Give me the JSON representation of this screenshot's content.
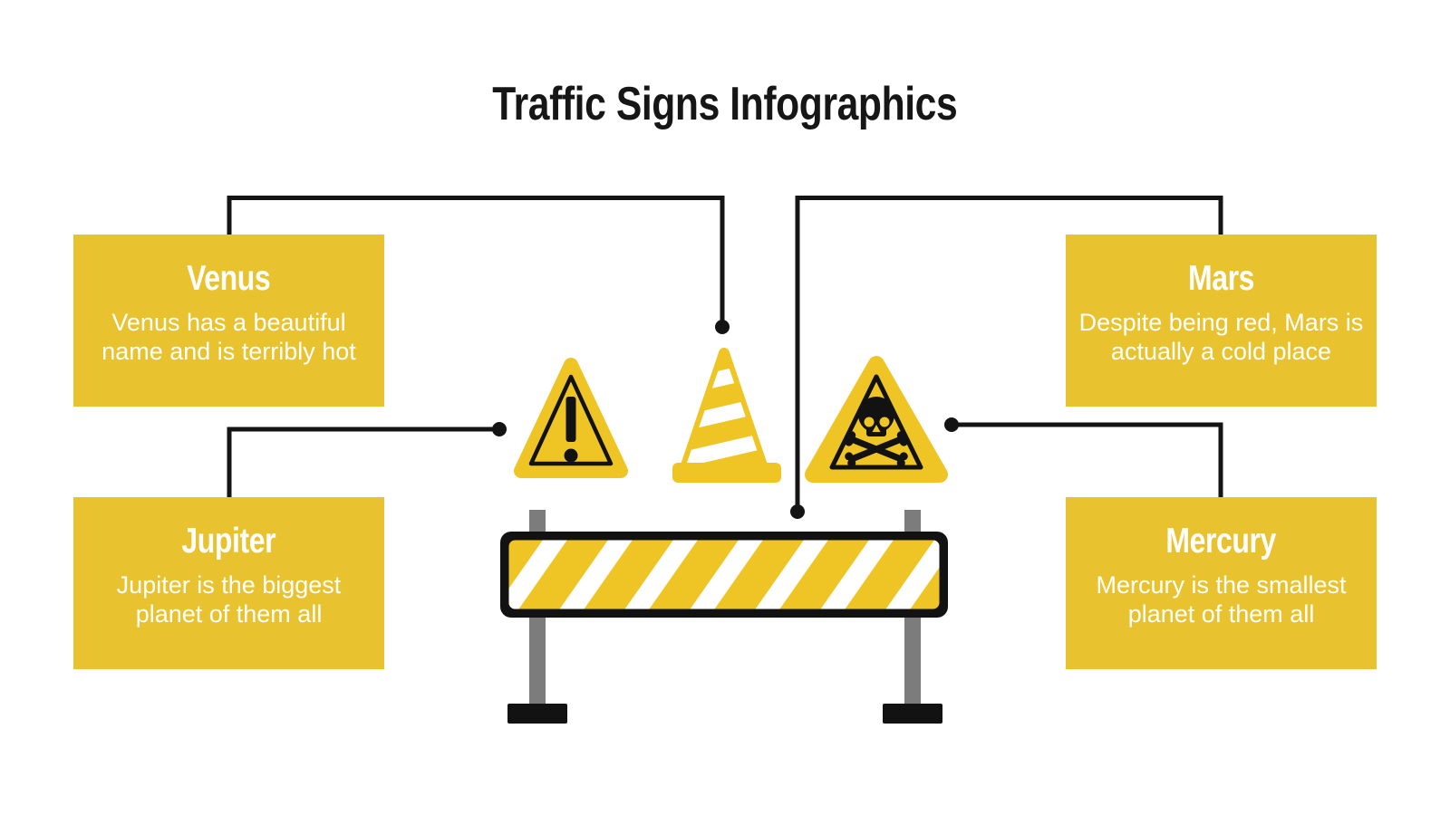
{
  "title": "Traffic Signs Infographics",
  "cards": [
    {
      "id": "venus",
      "title": "Venus",
      "body": "Venus has a beautiful name and is terribly hot",
      "body_lines": [
        "Venus has a beautiful",
        "name and is terribly hot"
      ]
    },
    {
      "id": "mars",
      "title": "Mars",
      "body": "Despite being red, Mars is actually a cold place",
      "body_lines": [
        "Despite being red, Mars is",
        "actually a cold place"
      ]
    },
    {
      "id": "jupiter",
      "title": "Jupiter",
      "body": "Jupiter is the biggest planet of them all",
      "body_lines": [
        "Jupiter is the biggest",
        "planet of them all"
      ]
    },
    {
      "id": "mercury",
      "title": "Mercury",
      "body": "Mercury is the smallest planet of them all",
      "body_lines": [
        "Mercury is the smallest",
        "planet of them all"
      ]
    }
  ],
  "icons": [
    "warning-triangle-icon",
    "traffic-cone-icon",
    "skull-crossbones-triangle-icon",
    "road-barrier-icon"
  ],
  "colors": {
    "background": "#FFFFFF",
    "box_yellow": "#E9C32F",
    "sign_yellow": "#EFC526",
    "title_text": "#161616",
    "card_text": "#FFFFFF",
    "connector": "#141414",
    "post_gray": "#7C7C7C",
    "ink_black": "#121212",
    "stripe_white": "#FFFFFF"
  }
}
